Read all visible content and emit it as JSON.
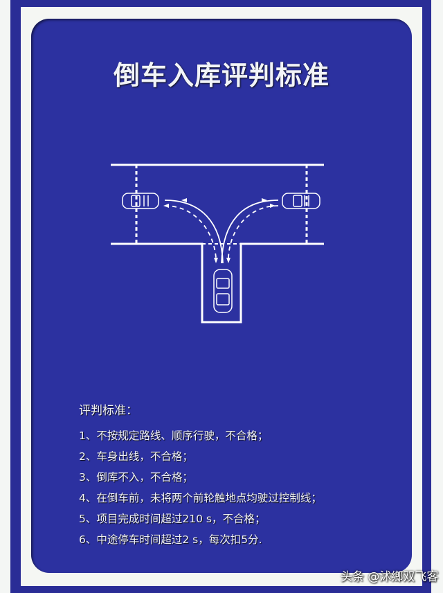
{
  "title": "倒车入库评判标准",
  "criteria": {
    "heading": "评判标准：",
    "items": [
      "1、不按规定路线、顺序行驶，不合格；",
      "2、车身出线，不合格；",
      "3、倒库不入，不合格；",
      "4、在倒车前，未将两个前轮触地点均驶过控制线；",
      "5、项目完成时间超过210 s，不合格；",
      "6、中途停车时间超过2 s，每次扣5分."
    ]
  },
  "watermark": "头条 @沭鄉双飞客",
  "colors": {
    "panel": "#2c31a0",
    "border": "#2a2d96",
    "line": "#ffffff"
  }
}
